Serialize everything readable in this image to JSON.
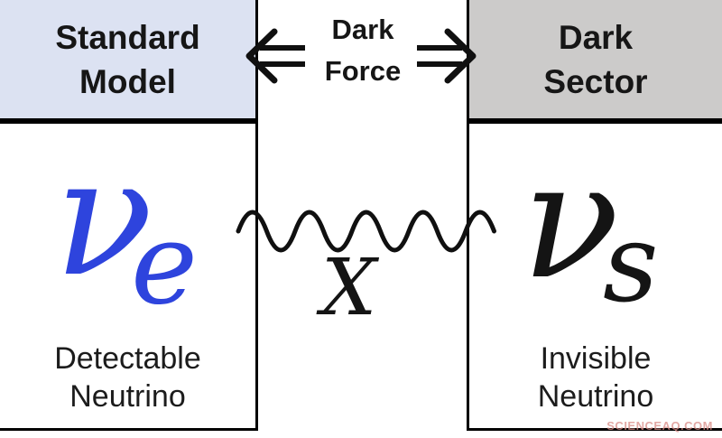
{
  "left_panel": {
    "title": "Standard Model",
    "particle_symbol": "ν",
    "particle_subscript": "e",
    "caption": "Detectable Neutrino",
    "header_bg": "#dce2f2",
    "symbol_color": "#2e44dd"
  },
  "center": {
    "force_label": "Dark Force",
    "mediator_symbol": "X",
    "mediator_color": "#141414"
  },
  "right_panel": {
    "title": "Dark Sector",
    "particle_symbol": "ν",
    "particle_subscript": "s",
    "caption": "Invisible Neutrino",
    "header_bg": "#cccbca",
    "symbol_color": "#141414"
  },
  "watermark": {
    "text": "SCIENCEAQ.COM",
    "color": "#d98b86"
  }
}
